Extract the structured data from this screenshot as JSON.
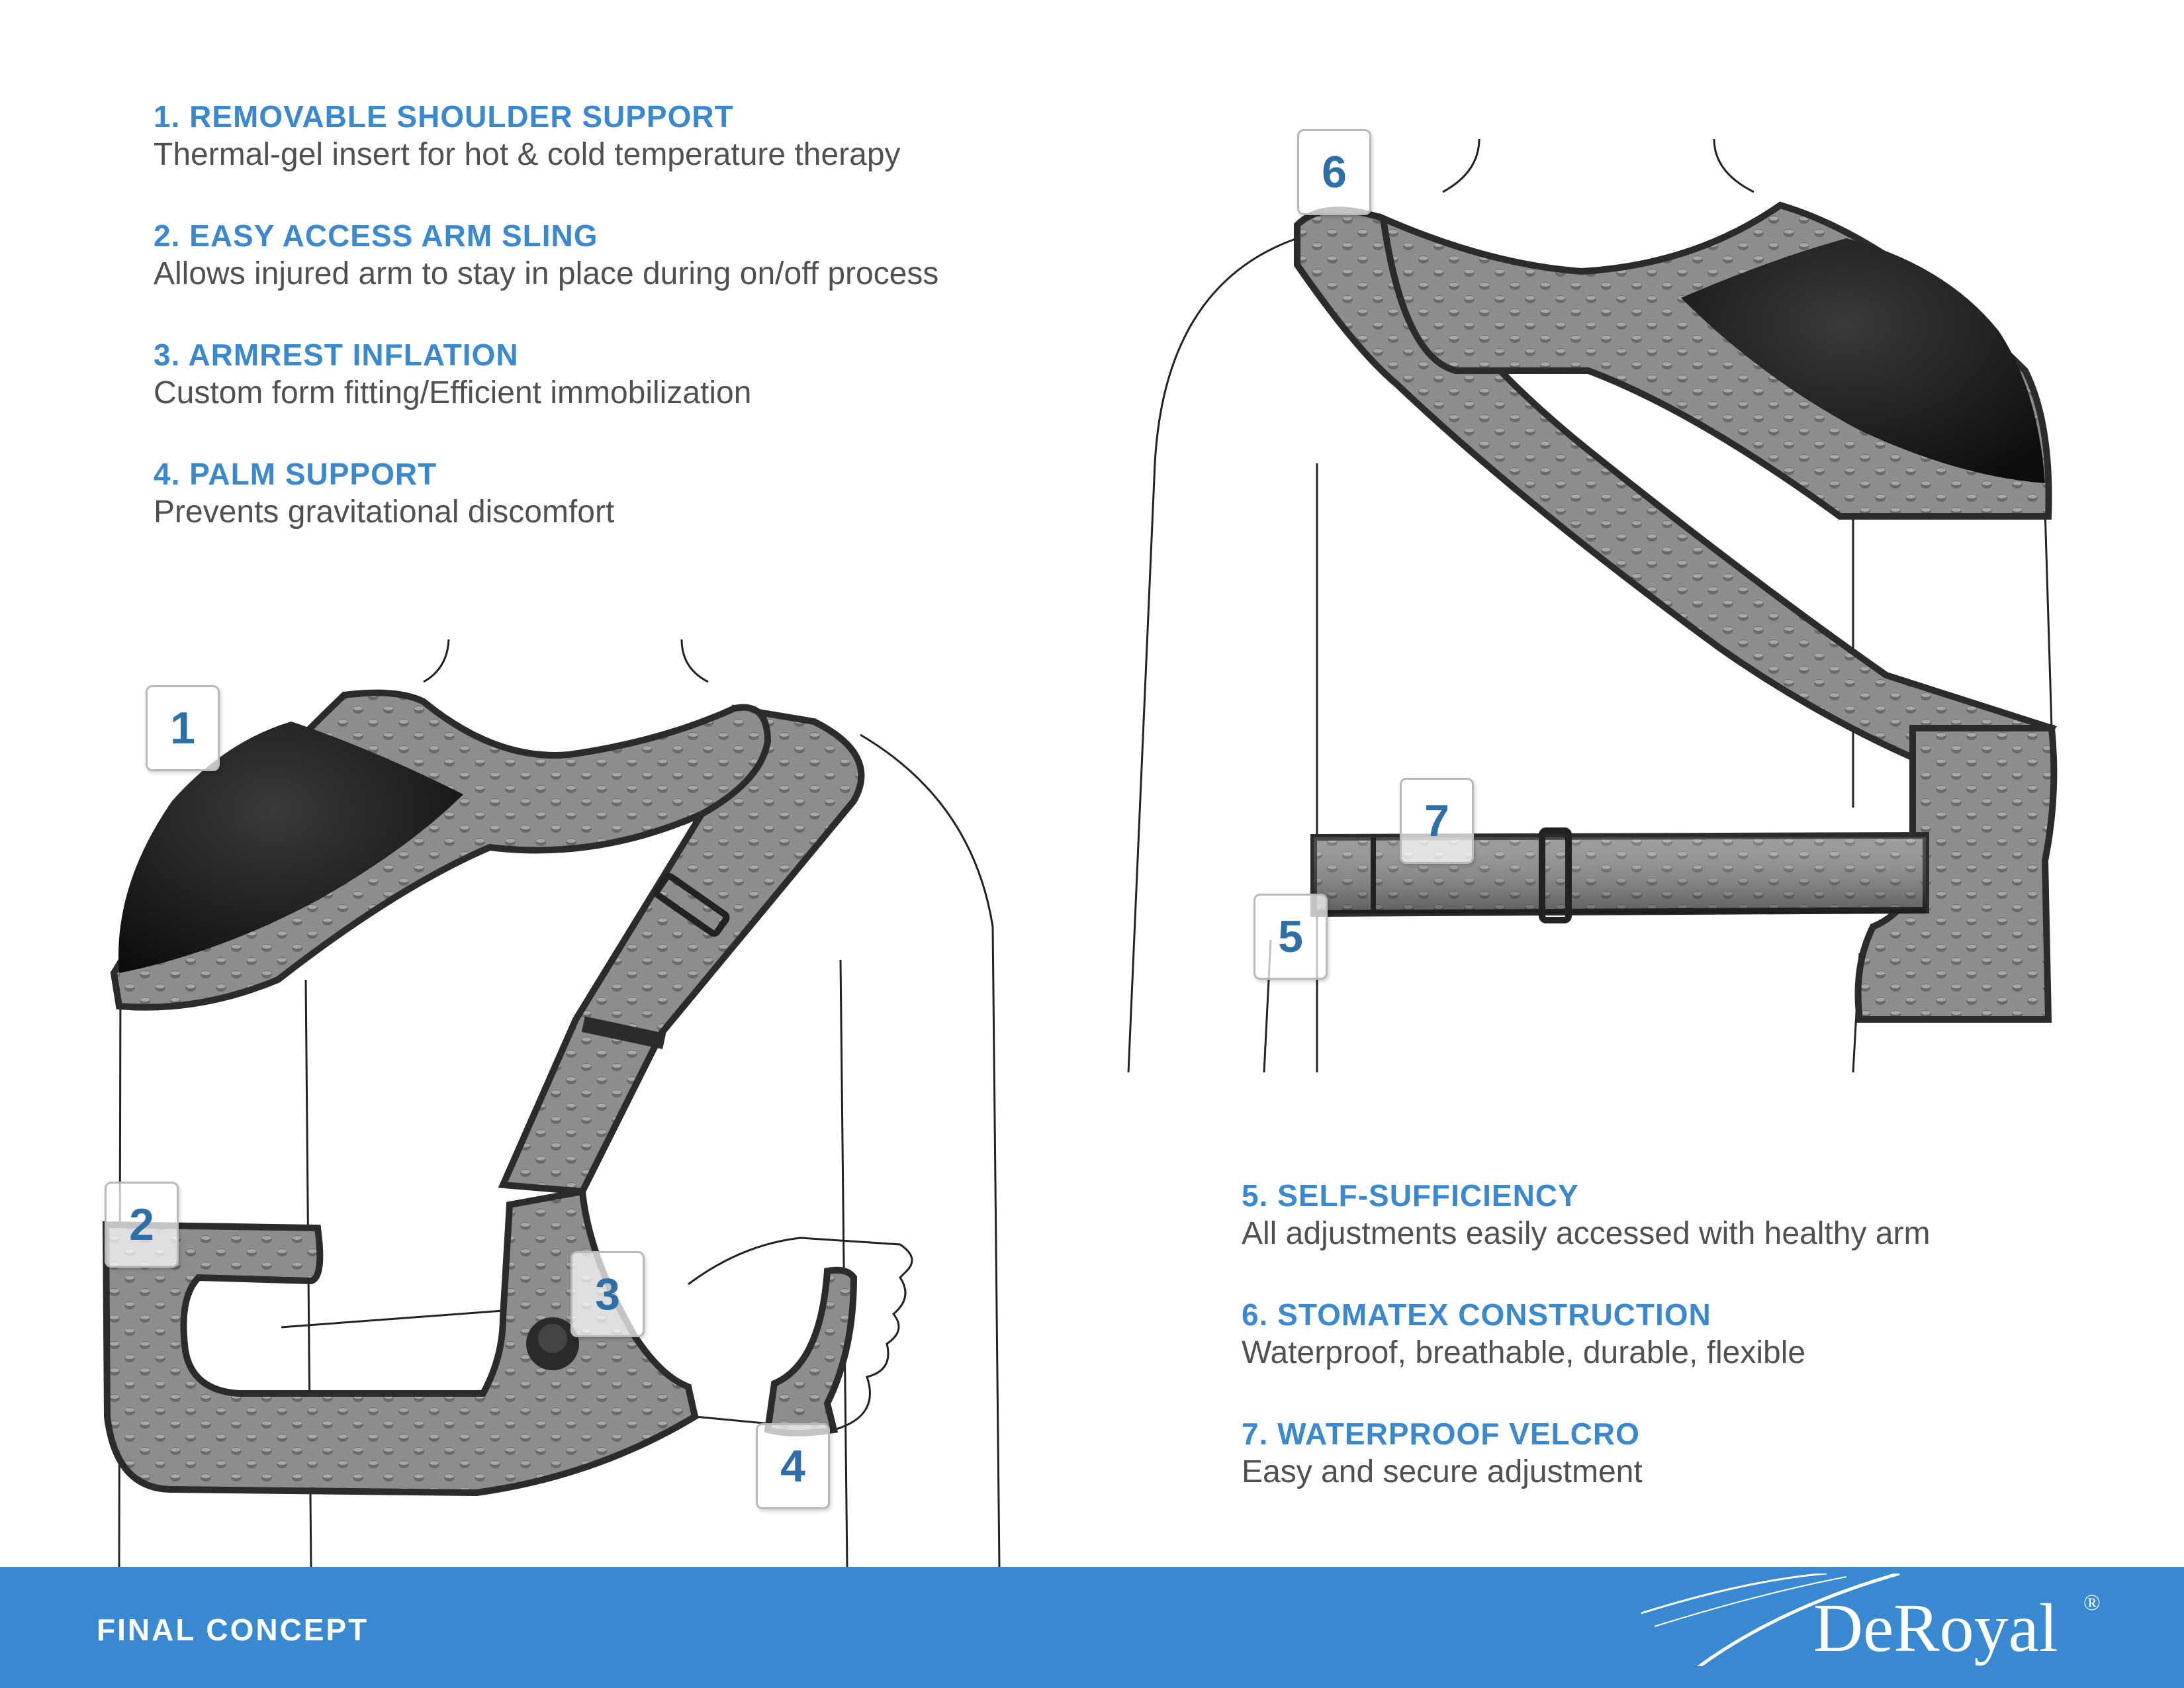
{
  "features_left": [
    {
      "title": "1. REMOVABLE SHOULDER SUPPORT",
      "desc": "Thermal-gel insert for hot & cold temperature therapy"
    },
    {
      "title": "2. EASY ACCESS ARM SLING",
      "desc": "Allows injured arm to stay in place during on/off process"
    },
    {
      "title": "3. ARMREST INFLATION",
      "desc": "Custom form fitting/Efficient immobilization"
    },
    {
      "title": "4. PALM SUPPORT",
      "desc": "Prevents gravitational discomfort"
    }
  ],
  "features_right": [
    {
      "title": "5. SELF-SUFFICIENCY",
      "desc": "All adjustments easily accessed with healthy arm"
    },
    {
      "title": "6. STOMATEX CONSTRUCTION",
      "desc": "Waterproof, breathable, durable, flexible"
    },
    {
      "title": "7. WATERPROOF VELCRO",
      "desc": "Easy and secure adjustment"
    }
  ],
  "callouts": [
    "1",
    "2",
    "3",
    "4",
    "5",
    "6",
    "7"
  ],
  "footer": {
    "label": "FINAL CONCEPT",
    "brand": "DeRoyal",
    "brand_mark": "®"
  },
  "colors": {
    "accent_blue": "#3a88cf",
    "footer_blue": "#3889d1",
    "callout_text": "#2f6fa8",
    "body_text": "#505050",
    "fabric_gray": "#8b8b8b",
    "pad_black": "#1c1c1c"
  }
}
